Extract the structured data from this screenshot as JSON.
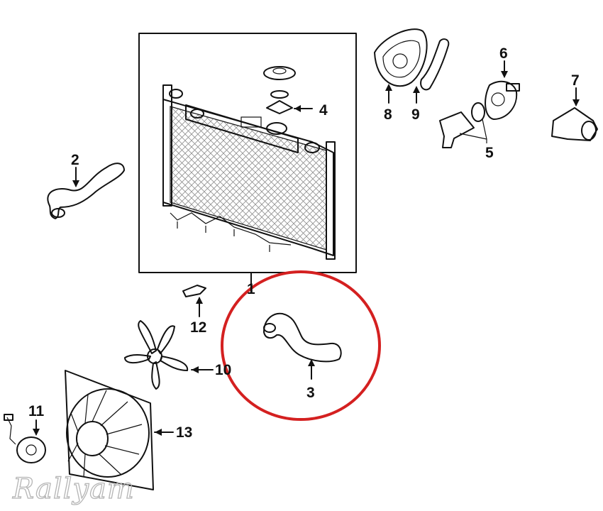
{
  "diagram": {
    "callouts": [
      {
        "id": "1",
        "label": "1"
      },
      {
        "id": "2",
        "label": "2"
      },
      {
        "id": "3",
        "label": "3"
      },
      {
        "id": "4",
        "label": "4"
      },
      {
        "id": "5",
        "label": "5"
      },
      {
        "id": "6",
        "label": "6"
      },
      {
        "id": "7",
        "label": "7"
      },
      {
        "id": "8",
        "label": "8"
      },
      {
        "id": "9",
        "label": "9"
      },
      {
        "id": "10",
        "label": "10"
      },
      {
        "id": "11",
        "label": "11"
      },
      {
        "id": "12",
        "label": "12"
      },
      {
        "id": "13",
        "label": "13"
      }
    ],
    "highlight_color": "#d42020",
    "highlight_target": "3"
  },
  "watermark": {
    "text": "Rallyam"
  }
}
